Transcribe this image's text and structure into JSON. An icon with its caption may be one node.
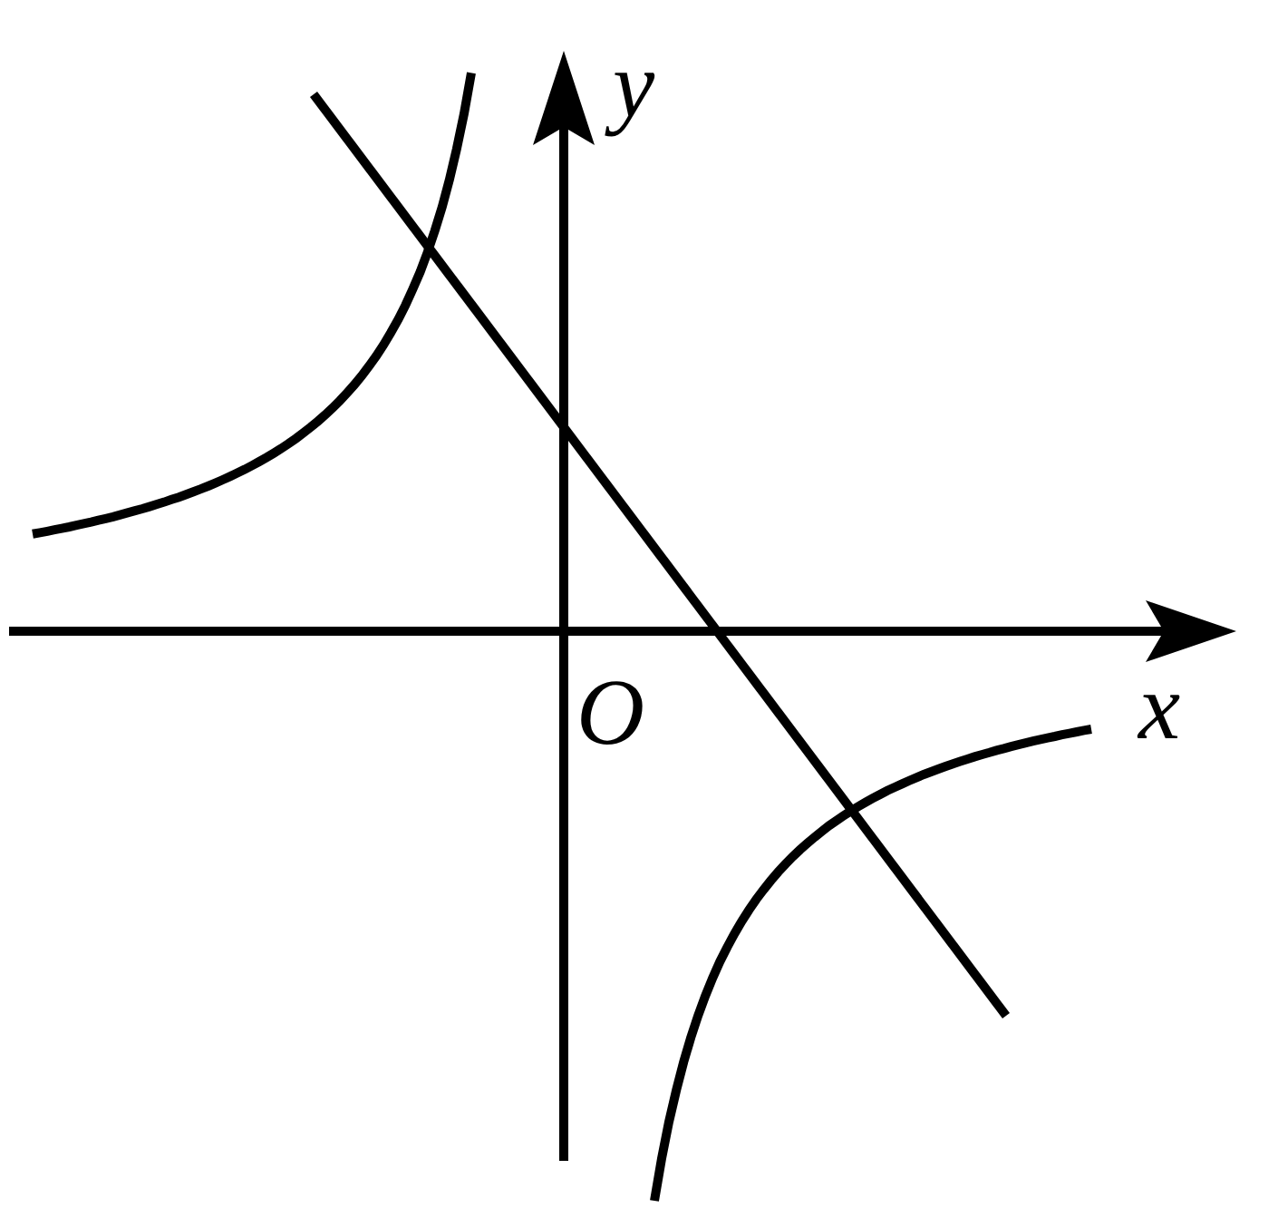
{
  "diagram": {
    "labels": [
      "y",
      "x",
      "O"
    ]
  }
}
